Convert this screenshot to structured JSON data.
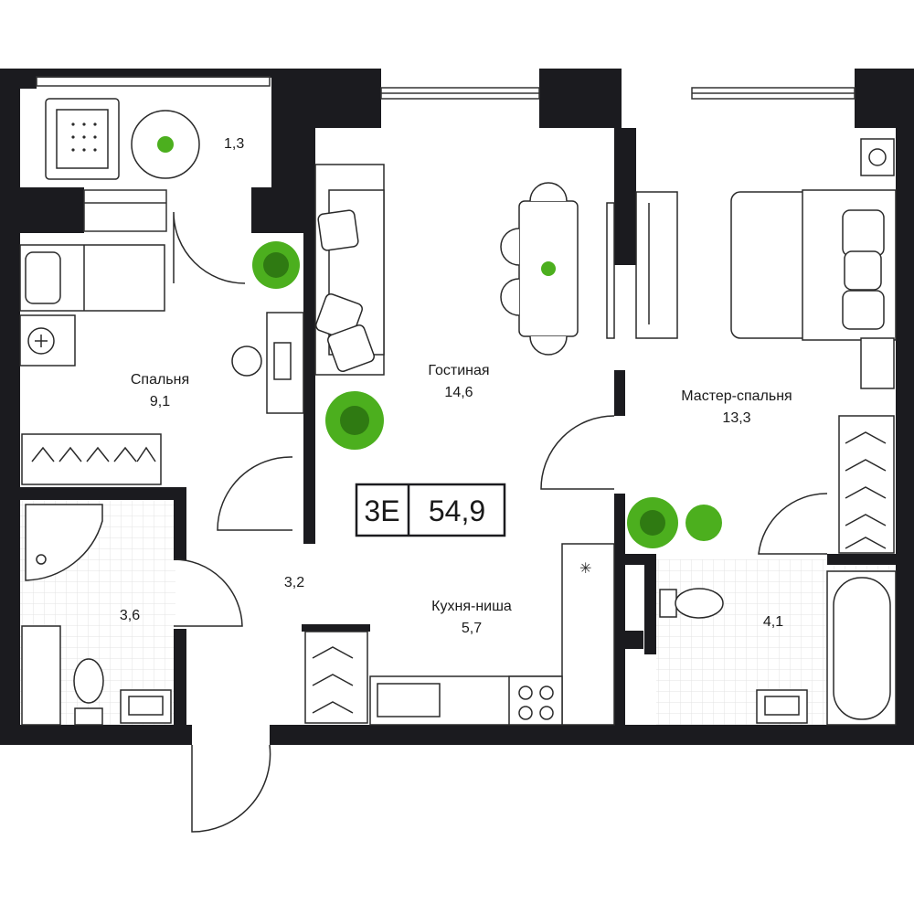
{
  "apartment": {
    "type_code": "3E",
    "total_area": "54,9"
  },
  "rooms": {
    "balcony": {
      "area": "1,3"
    },
    "bedroom": {
      "name": "Спальня",
      "area": "9,1"
    },
    "living": {
      "name": "Гостиная",
      "area": "14,6"
    },
    "master": {
      "name": "Мастер-спальня",
      "area": "13,3"
    },
    "bathroom_left": {
      "area": "3,6"
    },
    "hall": {
      "area": "3,2"
    },
    "kitchen": {
      "name": "Кухня-ниша",
      "area": "5,7"
    },
    "bathroom_right": {
      "area": "4,1"
    }
  },
  "colors": {
    "wall": "#1b1b1f",
    "line": "#2a2a2a",
    "plant": "#4caf1e",
    "plant_dark": "#2f7a12",
    "tile_grid": "#e3e3e3"
  }
}
